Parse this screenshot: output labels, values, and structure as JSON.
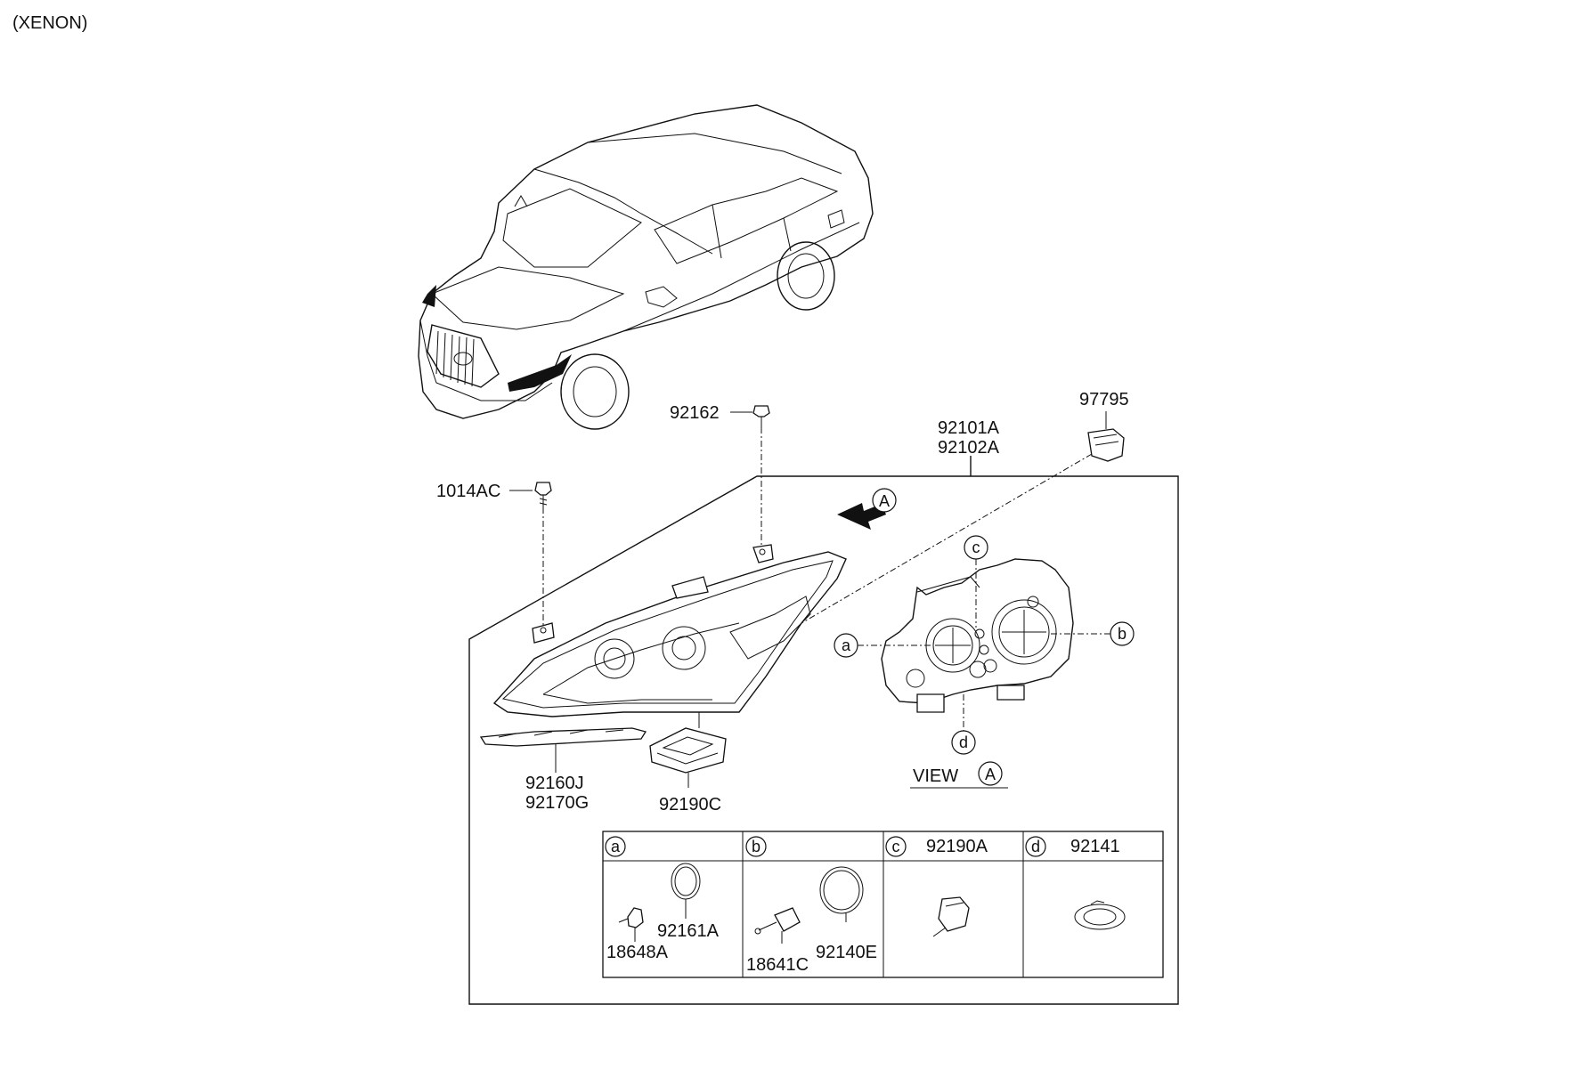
{
  "variant_label": "(XENON)",
  "parts": {
    "clip_top": "92162",
    "bolt": "1014AC",
    "headlamp_lh": "92101A",
    "headlamp_rh": "92102A",
    "connector": "97795",
    "drl_lh": "92160J",
    "drl_rh": "92170G",
    "ballast": "92190C"
  },
  "view": {
    "arrow_marker": "A",
    "label": "VIEW",
    "marker": "A",
    "callout_a": "a",
    "callout_b": "b",
    "callout_c": "c",
    "callout_d": "d"
  },
  "table": {
    "cells": [
      {
        "letter": "a",
        "header_part": "",
        "parts": [
          "92161A",
          "18648A"
        ]
      },
      {
        "letter": "b",
        "header_part": "",
        "parts": [
          "92140E",
          "18641C"
        ]
      },
      {
        "letter": "c",
        "header_part": "92190A",
        "parts": []
      },
      {
        "letter": "d",
        "header_part": "92141",
        "parts": []
      }
    ]
  }
}
